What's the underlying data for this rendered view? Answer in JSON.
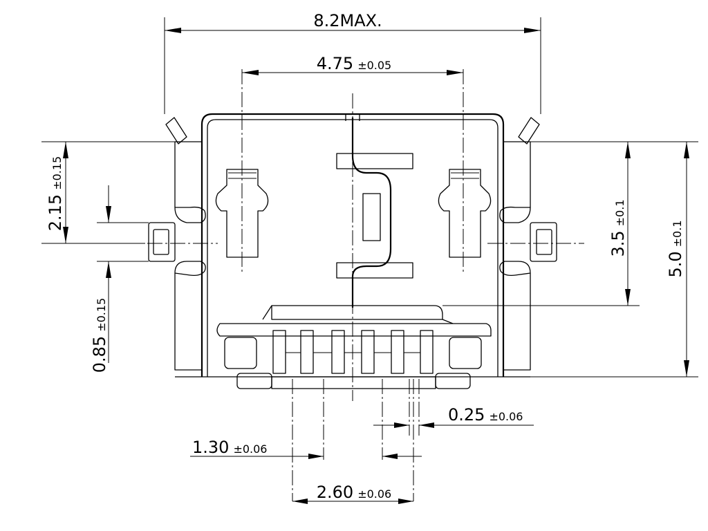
{
  "dimensions": {
    "overall_width": {
      "value": "8.2",
      "suffix": "MAX."
    },
    "slot_spacing": {
      "value": "4.75",
      "tolerance": "±0.05"
    },
    "top_offset": {
      "value": "2.15",
      "tolerance": "±0.15"
    },
    "tab_height": {
      "value": "0.85",
      "tolerance": "±0.15"
    },
    "inner_height": {
      "value": "3.5",
      "tolerance": "±0.1"
    },
    "overall_height": {
      "value": "5.0",
      "tolerance": "±0.1"
    },
    "pin_width": {
      "value": "0.25",
      "tolerance": "±0.06"
    },
    "pin_pitch": {
      "value": "1.30",
      "tolerance": "±0.06"
    },
    "pin_span": {
      "value": "2.60",
      "tolerance": "±0.06"
    }
  }
}
